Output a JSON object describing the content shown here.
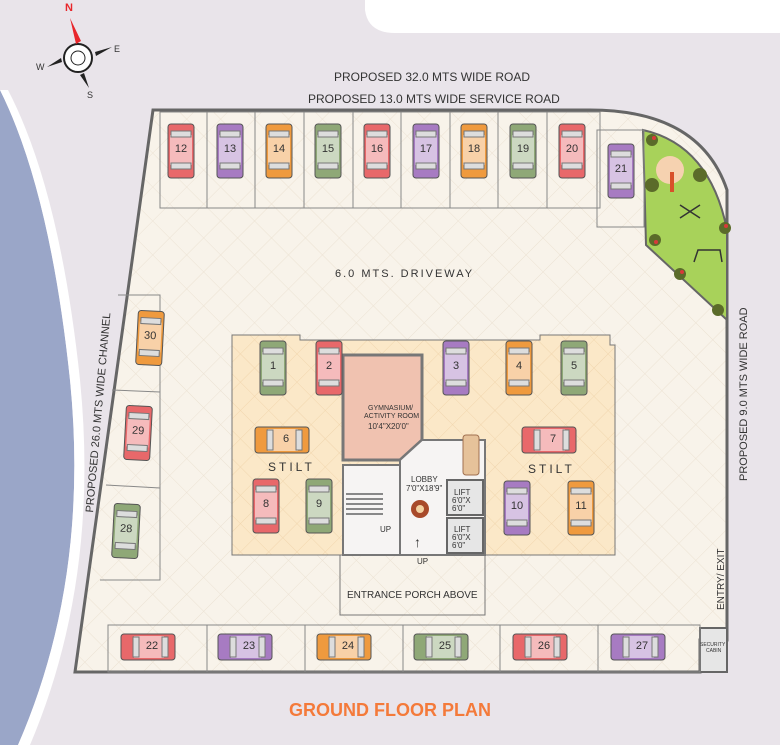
{
  "plan": {
    "title": "GROUND FLOOR PLAN",
    "title_color": "#f47a3a",
    "compass": {
      "north": "N",
      "south": "S",
      "east": "E",
      "west": "W",
      "north_color": "#e8262b"
    },
    "roads": {
      "north_main": "PROPOSED  32.0 MTS WIDE ROAD",
      "north_service": "PROPOSED 13.0 MTS WIDE SERVICE ROAD",
      "east": "PROPOSED 9.0 MTS WIDE ROAD",
      "west": "PROPOSED 26.0 MTS WIDE CHANNEL"
    },
    "driveway": "6.0 MTS.  DRIVEWAY",
    "stilt_left": "STILT",
    "stilt_right": "STILT",
    "gym": {
      "name": "GYMNASIUM/",
      "name2": "ACTIVITY ROOM",
      "size": "10'4\"X20'0\""
    },
    "lobby": {
      "name": "LOBBY",
      "size": "7'0\"X18'9\""
    },
    "lifts": [
      {
        "label": "LIFT",
        "size1": "6'0\"X",
        "size2": "6'0\""
      },
      {
        "label": "LIFT",
        "size1": "6'0\"X",
        "size2": "6'0\""
      }
    ],
    "stair_up": "UP",
    "lobby_up": "UP",
    "entrance": "ENTRANCE PORCH ABOVE",
    "entry_exit": "ENTRY/ EXIT",
    "security": {
      "line1": "SECURITY",
      "line2": "CABIN"
    },
    "colors": {
      "red": "#e8686a",
      "purple": "#a77bc2",
      "orange": "#ef9a3e",
      "green": "#8fa877",
      "lawn": "#a8d25a",
      "floor": "#f8f3ea",
      "stilt": "#fbe9cc",
      "gym": "#f0c2b0",
      "wall": "#6b6b6b"
    }
  },
  "parking": {
    "top_row": [
      {
        "num": "12",
        "color": "red"
      },
      {
        "num": "13",
        "color": "purple"
      },
      {
        "num": "14",
        "color": "orange"
      },
      {
        "num": "15",
        "color": "green"
      },
      {
        "num": "16",
        "color": "red"
      },
      {
        "num": "17",
        "color": "purple"
      },
      {
        "num": "18",
        "color": "orange"
      },
      {
        "num": "19",
        "color": "green"
      },
      {
        "num": "20",
        "color": "red"
      },
      {
        "num": "21",
        "color": "purple"
      }
    ],
    "left_col": [
      {
        "num": "30",
        "color": "orange"
      },
      {
        "num": "29",
        "color": "red"
      },
      {
        "num": "28",
        "color": "green"
      }
    ],
    "bottom_row": [
      {
        "num": "22",
        "color": "red"
      },
      {
        "num": "23",
        "color": "purple"
      },
      {
        "num": "24",
        "color": "orange"
      },
      {
        "num": "25",
        "color": "green"
      },
      {
        "num": "26",
        "color": "red"
      },
      {
        "num": "27",
        "color": "purple"
      }
    ],
    "stilt": [
      {
        "num": "1",
        "color": "green"
      },
      {
        "num": "2",
        "color": "red"
      },
      {
        "num": "3",
        "color": "purple"
      },
      {
        "num": "4",
        "color": "orange"
      },
      {
        "num": "5",
        "color": "green"
      },
      {
        "num": "6",
        "color": "orange"
      },
      {
        "num": "7",
        "color": "red"
      },
      {
        "num": "8",
        "color": "red"
      },
      {
        "num": "9",
        "color": "green"
      },
      {
        "num": "10",
        "color": "purple"
      },
      {
        "num": "11",
        "color": "orange"
      }
    ]
  }
}
